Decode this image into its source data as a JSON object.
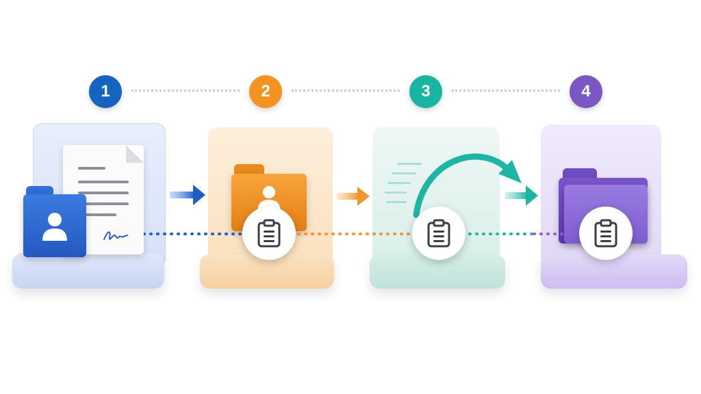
{
  "steps": [
    {
      "number": "1",
      "color": "#1565c0"
    },
    {
      "number": "2",
      "color": "#f39322"
    },
    {
      "number": "3",
      "color": "#19b5a3"
    },
    {
      "number": "4",
      "color": "#7b57c4"
    }
  ],
  "colors": {
    "blue": "#1e5fc7",
    "orange": "#f0962c",
    "teal": "#1fb5a4",
    "purple": "#8a63d2",
    "connector_gray": "#c9ccd3"
  },
  "icons": [
    "document-icon",
    "signature-icon",
    "user-folder-icon",
    "arrow-right-icon",
    "clipboard-icon",
    "curved-arrow-icon",
    "folder-icon"
  ]
}
